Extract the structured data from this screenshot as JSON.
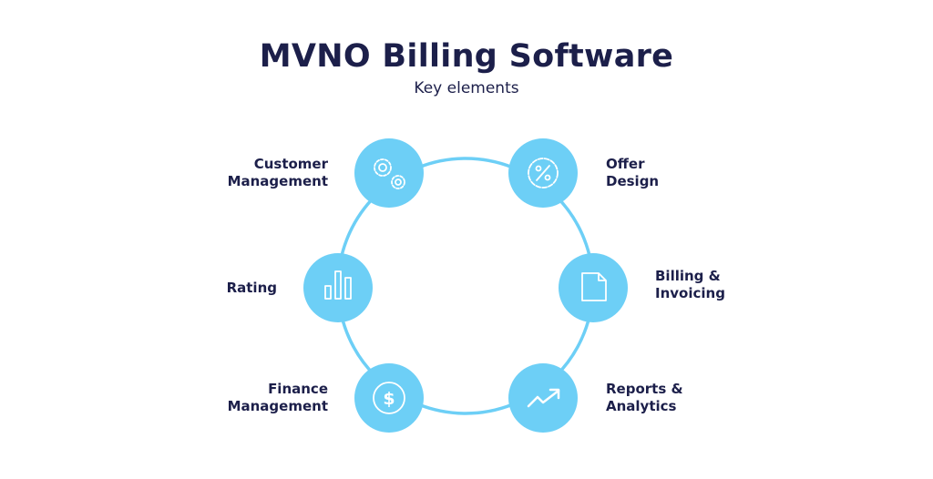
{
  "title": "MVNO Billing Software",
  "subtitle": "Key elements",
  "colors": {
    "node": "#6dcff6",
    "text": "#1c1f4a",
    "ring": "#6dcff6"
  },
  "elements": [
    {
      "line1": "Customer",
      "line2": "Management",
      "icon": "gears-icon"
    },
    {
      "line1": "Offer",
      "line2": "Design",
      "icon": "percent-badge-icon"
    },
    {
      "line1": "Rating",
      "line2": "",
      "icon": "bar-chart-icon"
    },
    {
      "line1": "Billing &",
      "line2": "Invoicing",
      "icon": "document-icon"
    },
    {
      "line1": "Finance",
      "line2": "Management",
      "icon": "dollar-coin-icon"
    },
    {
      "line1": "Reports &",
      "line2": "Analytics",
      "icon": "trend-up-icon"
    }
  ]
}
